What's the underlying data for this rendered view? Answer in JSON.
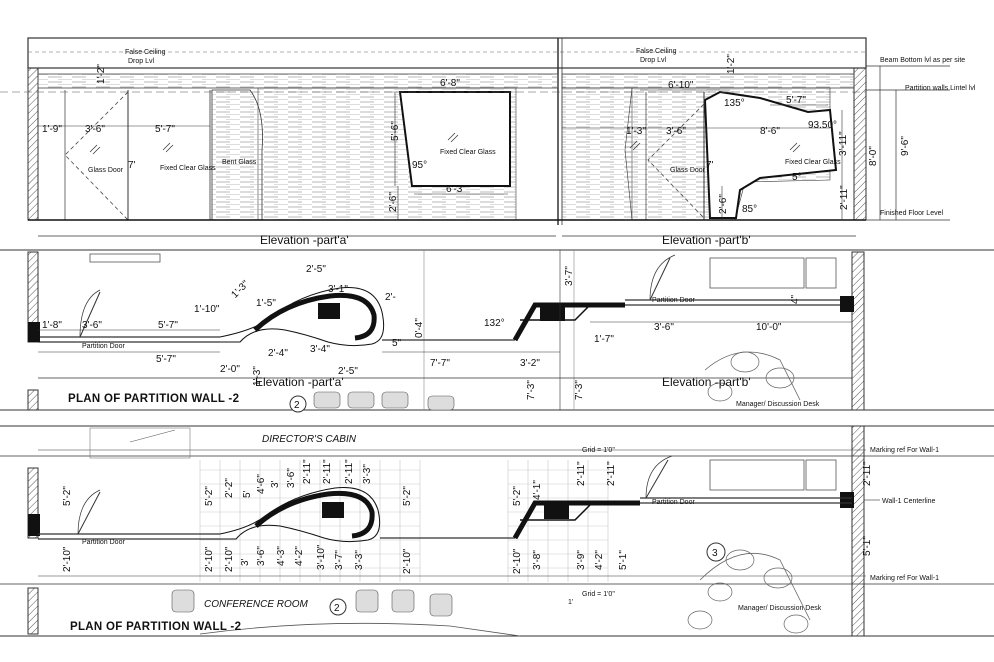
{
  "elevation": {
    "false_ceiling_a": "False Ceiling",
    "drop_lvl_a": "Drop Lvl",
    "false_ceiling_b": "False Ceiling",
    "drop_lvl_b": "Drop Lvl",
    "beam_bottom": "Beam Bottom lvl as per site",
    "partition_lintel": "Partition walls Lintel lvl",
    "finished_floor": "Finished Floor Level",
    "glass_door_a": "Glass Door",
    "fixed_clear_glass_a": "Fixed Clear Glass",
    "bent_glass": "Bent Glass",
    "fixed_clear_glass_center": "Fixed Clear Glass",
    "glass_door_b": "Glass Door",
    "fixed_clear_glass_b": "Fixed Clear Glass",
    "label_a": "Elevation -part'a'",
    "label_b": "Elevation -part'b'",
    "dims": {
      "a_top": "1'-2\"",
      "a_1_9": "1'-9\"",
      "a_3_6": "3'-6\"",
      "a_5_7": "5'-7\"",
      "a_7": "7'",
      "a_6_8": "6'-8\"",
      "a_5_6": "5'-6\"",
      "a_95": "95°",
      "a_6_3": "6'-3\"",
      "a_2_6": "2'-6\"",
      "b_top": "1'-2\"",
      "b_6_10": "6'-10\"",
      "b_135": "135°",
      "b_5_7": "5'-7\"",
      "b_93_5": "93.50°",
      "b_1_3": "1'-3\"",
      "b_3_6": "3'-6\"",
      "b_8_6": "8'-6\"",
      "b_7": "7'",
      "b_5": "5°",
      "b_2_6": "2'-6\"",
      "b_85": "85°",
      "b_3_11": "3'-11\"",
      "b_8_0": "8'-0\"",
      "b_9_6": "9'-6\"",
      "b_2_11": "2'-11\""
    }
  },
  "plan1": {
    "partition_door_1": "Partition Door",
    "partition_door_2": "Partition Door",
    "label_a": "Elevation -part'a'",
    "label_b": "Elevation -part'b'",
    "title": "PLAN OF PARTITION WALL -2",
    "marker": "2",
    "manager_desk": "Manager/ Discussion Desk",
    "dims": {
      "d1_8": "1'-8\"",
      "d3_6": "3'-6\"",
      "d5_7": "5'-7\"",
      "d1_10": "1'-10\"",
      "d1_3": "1'-3\"",
      "d1_5": "1'-5\"",
      "d2_5": "2'-5\"",
      "d3_1": "3'-1\"",
      "d2_": "2'-",
      "d0_4": "0'-4\"",
      "d132": "132°",
      "d3_7": "3'-7\"",
      "d1_7": "1'-7\"",
      "d3_6b": "3'-6\"",
      "d10_0": "10'-0\"",
      "d4": "4\"",
      "d5_7b": "5'-7\"",
      "d2_0": "2'-0\"",
      "d2_4": "2'-4\"",
      "d3_4": "3'-4\"",
      "d2_5b": "2'-5\"",
      "d1_3b": "1'-3\"",
      "d5": "5\"",
      "d7_7": "7'-7\"",
      "d3_2": "3'-2\"",
      "d7_3a": "7'-3\"",
      "d7_3b": "7'-3\""
    }
  },
  "plan2": {
    "directors_cabin": "DIRECTOR'S CABIN",
    "grid_top": "Grid = 1'0\"",
    "grid_bottom": "Grid = 1'0\"",
    "marking_ref_top": "Marking ref For Wall-1",
    "wall_centerline": "Wall-1 Centerline",
    "marking_ref_bottom": "Marking ref For Wall-1",
    "partition_door_1": "Partition Door",
    "partition_door_2": "Partition Door",
    "conference_room": "CONFERENCE ROOM",
    "marker_2": "2",
    "marker_3": "3",
    "manager_desk": "Manager/ Discussion Desk",
    "title": "PLAN OF PARTITION WALL -2",
    "top_dims": [
      "5'-2\"",
      "5'-2\"",
      "2'-2\"",
      "5'",
      "4'-6\"",
      "3'",
      "3'-6\"",
      "2'-11\"",
      "2'-11\"",
      "2'-11\"",
      "3'-3\"",
      "5'-2\"",
      "5'-2\"",
      "4'-1\"",
      "2'-11\"",
      "2'-11\""
    ],
    "bottom_dims": [
      "2'-10\"",
      "2'-10\"",
      "2'-10\"",
      "3'",
      "3'-6\"",
      "4'-3\"",
      "4'-2\"",
      "3'-10\"",
      "3'-7\"",
      "3'-3\"",
      "2'-10\"",
      "2'-10\"",
      "3'-8\"",
      "3'-9\"",
      "4'-2\"",
      "5'-1\""
    ],
    "right_top": "2'-11\"",
    "right_bottom": "5'-1\"",
    "one": "1'"
  }
}
